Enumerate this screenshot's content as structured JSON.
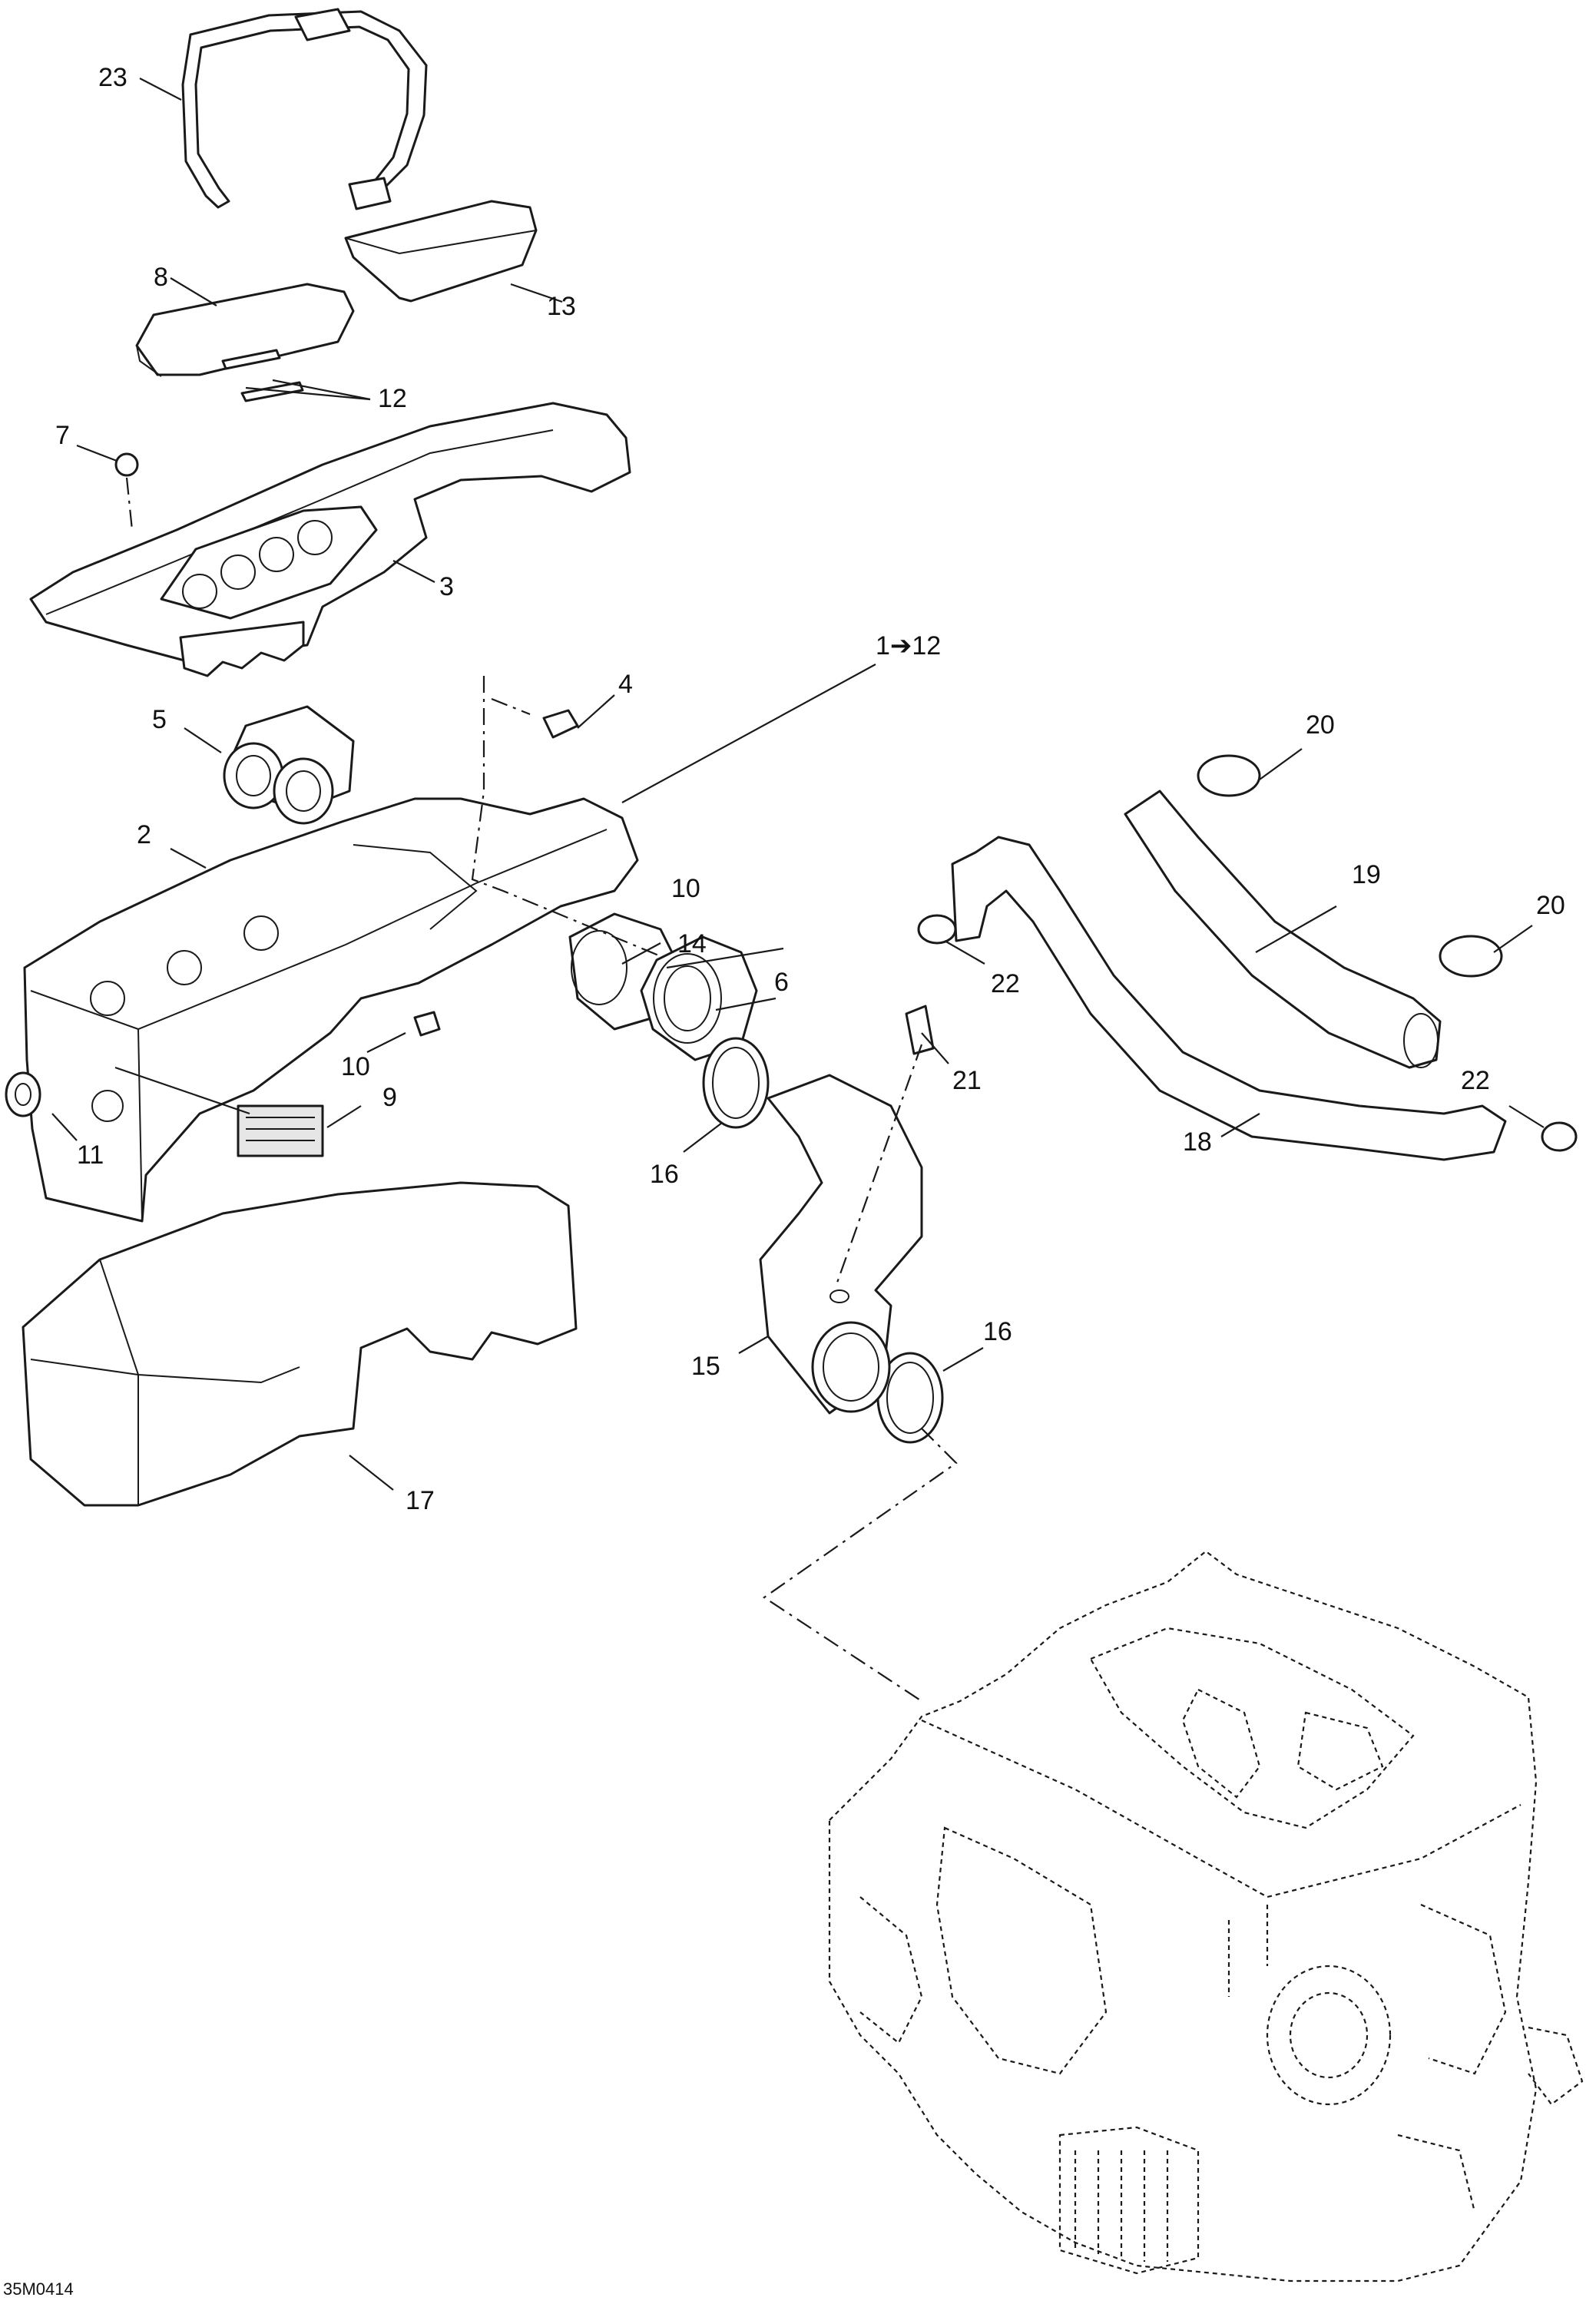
{
  "figure_code": "35M0414",
  "callouts": {
    "c1_12": "1➔12",
    "c2": "2",
    "c3": "3",
    "c4": "4",
    "c5": "5",
    "c6": "6",
    "c7": "7",
    "c8": "8",
    "c9": "9",
    "c10a": "10",
    "c10b": "10",
    "c11": "11",
    "c12": "12",
    "c13": "13",
    "c14": "14",
    "c15": "15",
    "c16a": "16",
    "c16b": "16",
    "c17": "17",
    "c18": "18",
    "c19": "19",
    "c20a": "20",
    "c20b": "20",
    "c21": "21",
    "c22a": "22",
    "c22b": "22",
    "c23": "23"
  }
}
